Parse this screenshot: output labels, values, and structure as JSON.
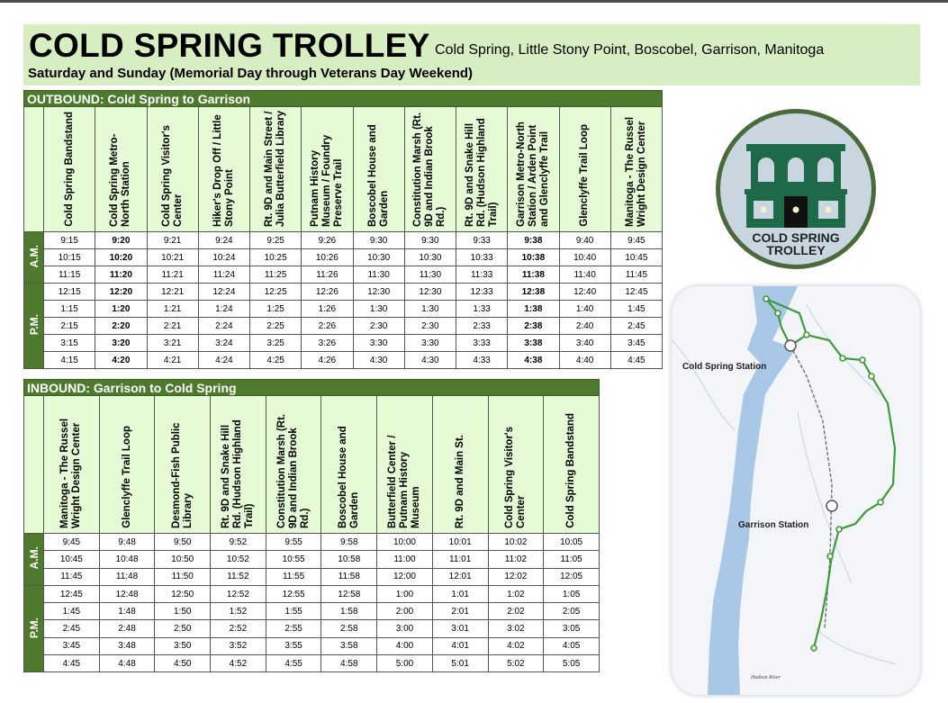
{
  "title": "COLD SPRING TROLLEY",
  "towns": "Cold Spring, Little Stony Point, Boscobel, Garrison, Manitoga",
  "days": "Saturday and Sunday (Memorial Day through Veterans Day Weekend)",
  "logo_text": {
    "line1": "COLD SPRING",
    "line2": "TROLLEY"
  },
  "colors": {
    "header_bg": "#d6eec2",
    "section_green": "#4e7a2e",
    "cell_green": "#e5fbd6",
    "route_green": "#3e9a3a"
  },
  "map": {
    "cold_spring_label": "Cold Spring Station",
    "garrison_label": "Garrison Station",
    "river_label": "Hudson River"
  },
  "outbound": {
    "title": "OUTBOUND: Cold Spring to Garrison",
    "am_label": "A.M.",
    "pm_label": "P.M.",
    "stops": [
      "Cold Spring Bandstand",
      "Cold Spring Metro-North Station",
      "Cold Spring Visitor's Center",
      "Hiker's Drop Off / Little Stony Point",
      "Rt. 9D and Main Street / Julia Butterfield Library",
      "Putnam History Museum / Foundry Preserve Trail",
      "Boscobel House and Garden",
      "Constitution Marsh (Rt. 9D and Indian Brook Rd.)",
      "Rt. 9D and Snake Hill Rd. (Hudson Highland Trail)",
      "Garrison Metro-North Station / Arden Point and Glenclyffe Trail",
      "Glenclyffe Trail Loop",
      "Manitoga - The Russel Wright Design Center"
    ],
    "am_rows": [
      [
        "9:15",
        "9:20",
        "9:21",
        "9:24",
        "9:25",
        "9:26",
        "9:30",
        "9:30",
        "9:33",
        "9:38",
        "9:40",
        "9:45"
      ],
      [
        "10:15",
        "10:20",
        "10:21",
        "10:24",
        "10:25",
        "10:26",
        "10:30",
        "10:30",
        "10:33",
        "10:38",
        "10:40",
        "10:45"
      ],
      [
        "11:15",
        "11:20",
        "11:21",
        "11:24",
        "11:25",
        "11:26",
        "11:30",
        "11:30",
        "11:33",
        "11:38",
        "11:40",
        "11:45"
      ]
    ],
    "pm_rows": [
      [
        "12:15",
        "12:20",
        "12:21",
        "12:24",
        "12:25",
        "12:26",
        "12:30",
        "12:30",
        "12:33",
        "12:38",
        "12:40",
        "12:45"
      ],
      [
        "1:15",
        "1:20",
        "1:21",
        "1:24",
        "1:25",
        "1:26",
        "1:30",
        "1:30",
        "1:33",
        "1:38",
        "1:40",
        "1:45"
      ],
      [
        "2:15",
        "2:20",
        "2:21",
        "2:24",
        "2:25",
        "2:26",
        "2:30",
        "2:30",
        "2:33",
        "2:38",
        "2:40",
        "2:45"
      ],
      [
        "3:15",
        "3:20",
        "3:21",
        "3:24",
        "3:25",
        "3:26",
        "3:30",
        "3:30",
        "3:33",
        "3:38",
        "3:40",
        "3:45"
      ],
      [
        "4:15",
        "4:20",
        "4:21",
        "4:24",
        "4:25",
        "4:26",
        "4:30",
        "4:30",
        "4:33",
        "4:38",
        "4:40",
        "4:45"
      ]
    ]
  },
  "inbound": {
    "title": "INBOUND: Garrison to Cold Spring",
    "am_label": "A.M.",
    "pm_label": "P.M.",
    "stops": [
      "Manitoga - The Russel Wright Design Center",
      "Glenclyffe Trail Loop",
      "Desmond-Fish Public Library",
      "Rt. 9D and Snake Hill Rd. (Hudson Highland Trail)",
      "Constitution Marsh (Rt. 9D and Indian Brook Rd.)",
      "Boscobel House and Garden",
      "Butterfield Center / Putnam History Museum",
      "Rt. 9D and Main St.",
      "Cold Spring Visitor's Center",
      "Cold Spring Bandstand"
    ],
    "am_rows": [
      [
        "9:45",
        "9:48",
        "9:50",
        "9:52",
        "9:55",
        "9:58",
        "10:00",
        "10:01",
        "10:02",
        "10:05"
      ],
      [
        "10:45",
        "10:48",
        "10:50",
        "10:52",
        "10:55",
        "10:58",
        "11:00",
        "11:01",
        "11:02",
        "11:05"
      ],
      [
        "11:45",
        "11:48",
        "11:50",
        "11:52",
        "11:55",
        "11:58",
        "12:00",
        "12:01",
        "12:02",
        "12:05"
      ]
    ],
    "pm_rows": [
      [
        "12:45",
        "12:48",
        "12:50",
        "12:52",
        "12:55",
        "12:58",
        "1:00",
        "1:01",
        "1:02",
        "1:05"
      ],
      [
        "1:45",
        "1:48",
        "1:50",
        "1:52",
        "1:55",
        "1:58",
        "2:00",
        "2:01",
        "2:02",
        "2:05"
      ],
      [
        "2:45",
        "2:48",
        "2:50",
        "2:52",
        "2:55",
        "2:58",
        "3:00",
        "3:01",
        "3:02",
        "3:05"
      ],
      [
        "3:45",
        "3:48",
        "3:50",
        "3:52",
        "3:55",
        "3:58",
        "4:00",
        "4:01",
        "4:02",
        "4:05"
      ],
      [
        "4:45",
        "4:48",
        "4:50",
        "4:52",
        "4:55",
        "4:58",
        "5:00",
        "5:01",
        "5:02",
        "5:05"
      ]
    ]
  }
}
